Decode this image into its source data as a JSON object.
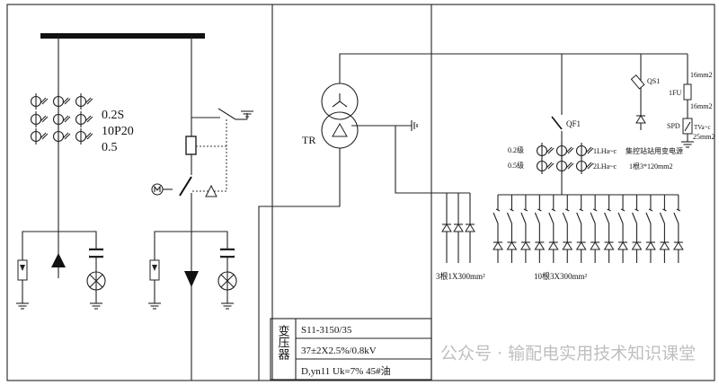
{
  "left_panel": {
    "ct_labels": [
      "0.2S",
      "10P20",
      "0.5"
    ]
  },
  "transformer": {
    "label": "TR"
  },
  "right_panel": {
    "qf1": "QF1",
    "qs1": "QS1",
    "fu": "1FU",
    "cable_top": "16mm2",
    "cable_mid": "16mm2",
    "spd": "SPD",
    "tvs": "TVa~c",
    "ground_cable": "25mm2",
    "ct_row1_class": "0.2级",
    "ct_row2_class": "0.5级",
    "ct_row1_label": "1LHa~c",
    "ct_row2_label": "2LHa~c",
    "station_power": "集控站站用变电源",
    "station_cable": "1根3*120mm2",
    "cable_group_a": "3根1X300mm²",
    "cable_group_b": "10根3X300mm²"
  },
  "table": {
    "header": "变压器",
    "rows": [
      "S11-3150/35",
      "37±2X2.5%/0.8kV",
      "D,yn11 Uk=7% 45#油"
    ]
  },
  "watermark": "公众号 · 输配电实用技术知识课堂"
}
